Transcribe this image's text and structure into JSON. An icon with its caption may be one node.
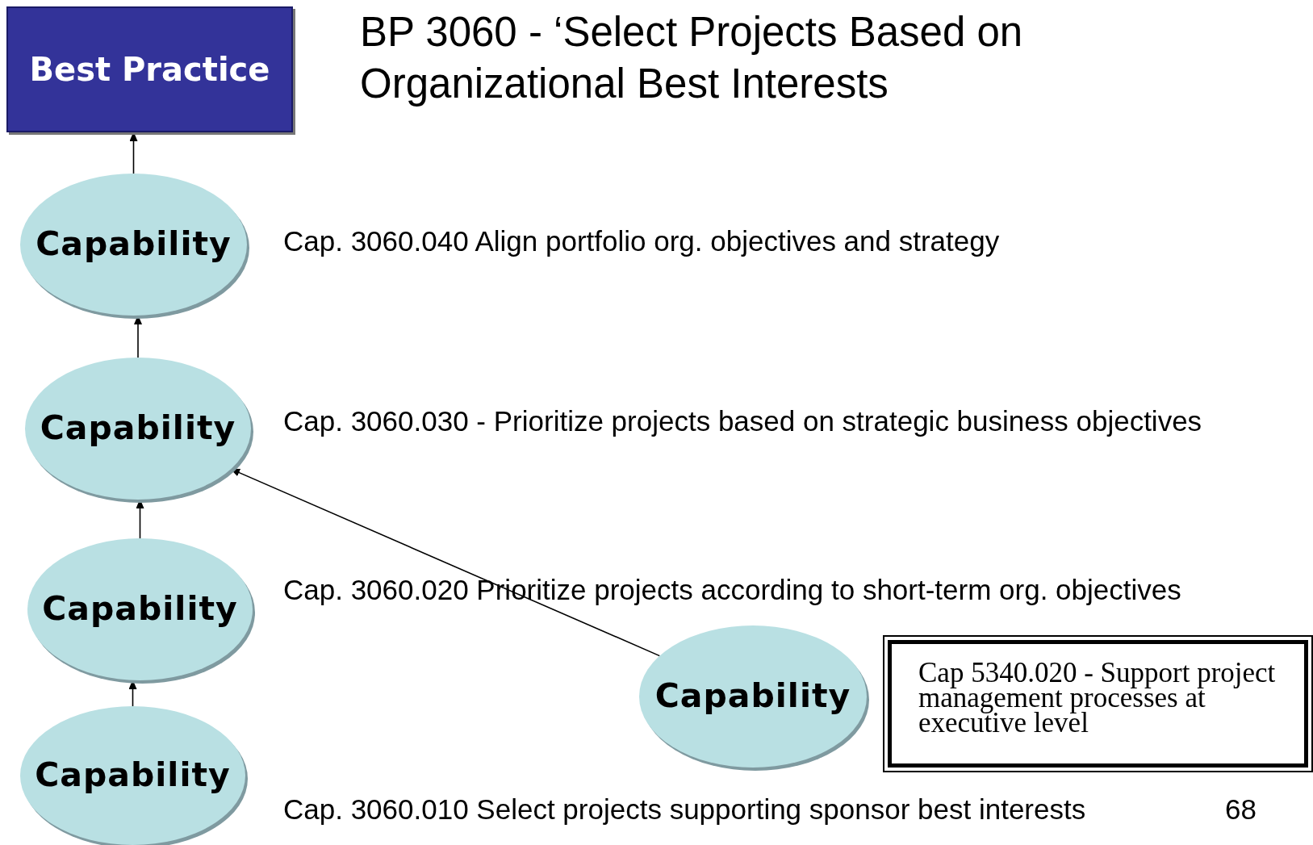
{
  "diagram": {
    "title": "BP 3060 - ‘Select Projects Based on Organizational Best Interests",
    "nodes": [
      {
        "text": [
          "Best Practice"
        ]
      },
      {
        "text": [
          "Capability"
        ]
      },
      {
        "text": [
          "Capability"
        ]
      },
      {
        "text": [
          "Capability"
        ]
      },
      {
        "text": [
          "Capability"
        ]
      },
      {
        "text": [
          "Capability"
        ]
      },
      {
        "text": [
          "Cap 5340.020 - Support project management processes at executive level"
        ]
      }
    ],
    "edges": [
      {
        "from": 1,
        "to": 0,
        "arrow": "to"
      },
      {
        "from": 2,
        "to": 1,
        "arrow": "to"
      },
      {
        "from": 3,
        "to": 2,
        "arrow": "to"
      },
      {
        "from": 4,
        "to": 3,
        "arrow": "to"
      },
      {
        "from": 5,
        "to": 2,
        "arrow": "to"
      }
    ],
    "labels": [
      "Cap. 3060.040 Align portfolio org. objectives and strategy",
      "Cap. 3060.030 - Prioritize projects based on strategic business objectives",
      "Cap. 3060.020 Prioritize projects according to short-term org. objectives",
      "Cap. 3060.010 Select projects supporting sponsor best interests",
      "68"
    ]
  }
}
